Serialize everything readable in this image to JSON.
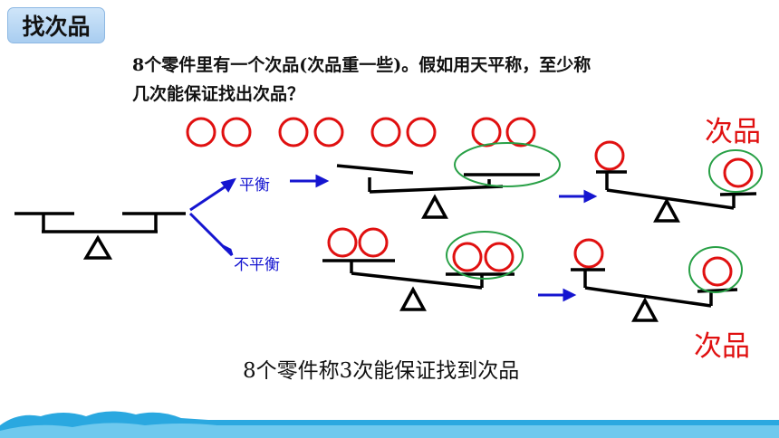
{
  "title": "找次品",
  "question_line1": "8个零件里有一个次品(次品重一些)。假如用天平称，至少称",
  "question_line2": "几次能保证找出次品？",
  "branch_balanced": "平衡",
  "branch_unbalanced": "不平衡",
  "defective_label_top": "次品",
  "defective_label_bottom": "次品",
  "conclusion": "8个零件称3次能保证找到次品",
  "colors": {
    "ball": "#e01010",
    "arrow": "#1515d0",
    "highlight": "#28a046",
    "scale": "#000000",
    "badge": "#b8d6f2",
    "ground": "#2aa8e0"
  }
}
